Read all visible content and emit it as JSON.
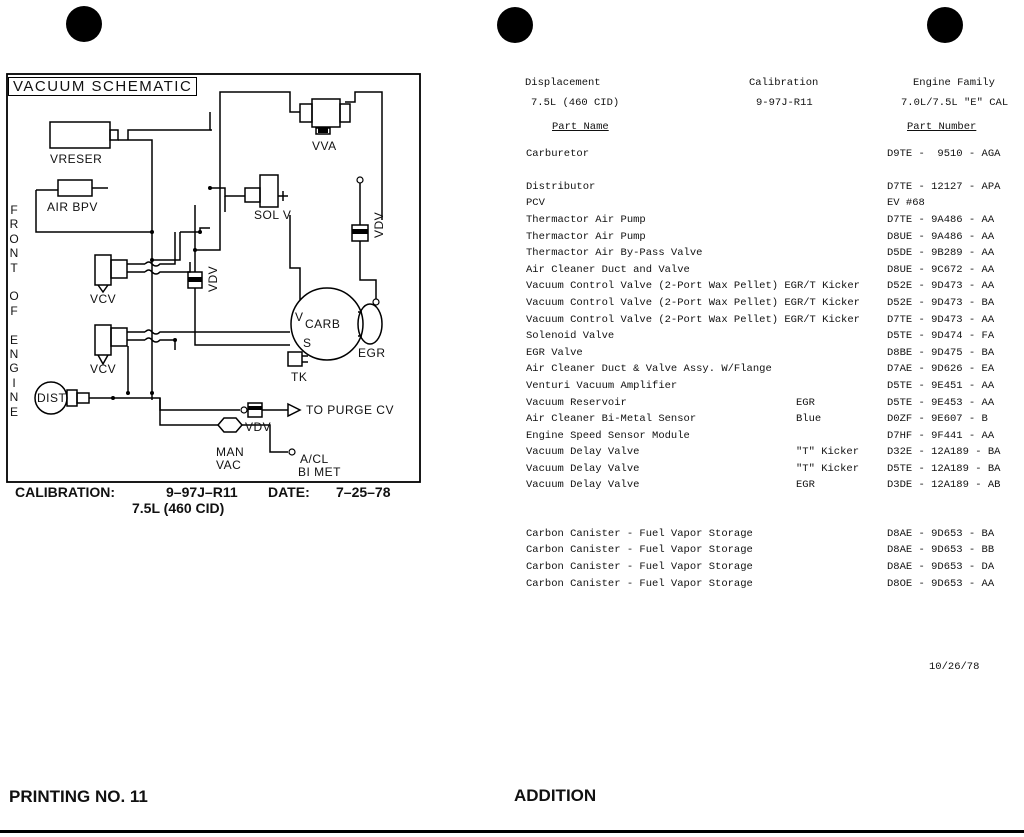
{
  "schematic": {
    "title": "VACUUM SCHEMATIC",
    "side_label": [
      "F",
      "R",
      "O",
      "N",
      "T",
      "",
      "O",
      "F",
      "",
      "E",
      "N",
      "G",
      "I",
      "N",
      "E"
    ],
    "labels": {
      "vreser": "VRESER",
      "air_bpv": "AIR BPV",
      "vva": "VVA",
      "sol_v": "SOL V",
      "vdv_right": "VDV",
      "vdv_mid": "VDV",
      "vdv_bottom": "VDV",
      "vcv_top": "VCV",
      "vcv_bottom": "VCV",
      "carb_v": "V",
      "carb": "CARB",
      "egr": "EGR",
      "s": "S",
      "tk": "TK",
      "dist": "DIST",
      "to_purge_cv": "TO PURGE CV",
      "man_vac_1": "MAN",
      "man_vac_2": "VAC",
      "acl_1": "A/CL",
      "acl_2": "BI MET"
    },
    "calibration_label": "CALIBRATION:",
    "calibration_value": "9–97J–R11",
    "date_label": "DATE:",
    "date_value": "7–25–78",
    "engine": "7.5L (460 CID)"
  },
  "specs": {
    "headers": {
      "displacement": "Displacement",
      "calibration": "Calibration",
      "engine_family": "Engine Family"
    },
    "values": {
      "displacement": "7.5L (460 CID)",
      "calibration": "9-97J-R11",
      "engine_family": "7.0L/7.5L \"E\" CAL"
    },
    "col_part_name": "Part Name",
    "col_part_number": "Part Number",
    "parts": [
      {
        "name": "Carburetor",
        "note": "",
        "number": "D9TE -  9510 - AGA"
      },
      {
        "name": "Distributor",
        "note": "",
        "number": "D7TE - 12127 - APA"
      },
      {
        "name": "PCV",
        "note": "",
        "number": "EV #68"
      },
      {
        "name": "Thermactor Air Pump",
        "note": "",
        "number": "D7TE - 9A486 - AA"
      },
      {
        "name": "Thermactor Air Pump",
        "note": "",
        "number": "D8UE - 9A486 - AA"
      },
      {
        "name": "Thermactor Air By-Pass Valve",
        "note": "",
        "number": "D5DE - 9B289 - AA"
      },
      {
        "name": "Air Cleaner Duct and Valve",
        "note": "",
        "number": "D8UE - 9C672 - AA"
      },
      {
        "name": "Vacuum Control Valve (2-Port Wax Pellet) EGR/T Kicker",
        "note": "",
        "number": "D52E - 9D473 - AA"
      },
      {
        "name": "Vacuum Control Valve (2-Port Wax Pellet) EGR/T Kicker",
        "note": "",
        "number": "D52E - 9D473 - BA"
      },
      {
        "name": "Vacuum Control Valve (2-Port Wax Pellet) EGR/T Kicker",
        "note": "",
        "number": "D7TE - 9D473 - AA"
      },
      {
        "name": "Solenoid Valve",
        "note": "",
        "number": "D5TE - 9D474 - FA"
      },
      {
        "name": "EGR Valve",
        "note": "",
        "number": "D8BE - 9D475 - BA"
      },
      {
        "name": "Air Cleaner Duct & Valve Assy. W/Flange",
        "note": "",
        "number": "D7AE - 9D626 - EA"
      },
      {
        "name": "Venturi Vacuum Amplifier",
        "note": "",
        "number": "D5TE - 9E451 - AA"
      },
      {
        "name": "Vacuum Reservoir",
        "note": "EGR",
        "number": "D5TE - 9E453 - AA"
      },
      {
        "name": "Air Cleaner Bi-Metal Sensor",
        "note": "Blue",
        "number": "D0ZF - 9E607 - B"
      },
      {
        "name": "Engine Speed Sensor Module",
        "note": "",
        "number": "D7HF - 9F441 - AA"
      },
      {
        "name": "Vacuum Delay Valve",
        "note": "\"T\" Kicker",
        "number": "D32E - 12A189 - BA"
      },
      {
        "name": "Vacuum Delay Valve",
        "note": "\"T\" Kicker",
        "number": "D5TE - 12A189 - BA"
      },
      {
        "name": "Vacuum Delay Valve",
        "note": "EGR",
        "number": "D3DE - 12A189 - AB"
      }
    ],
    "canisters": [
      {
        "name": "Carbon Canister - Fuel Vapor Storage",
        "number": "D8AE - 9D653 - BA"
      },
      {
        "name": "Carbon Canister - Fuel Vapor Storage",
        "number": "D8AE - 9D653 - BB"
      },
      {
        "name": "Carbon Canister - Fuel Vapor Storage",
        "number": "D8AE - 9D653 - DA"
      },
      {
        "name": "Carbon Canister - Fuel Vapor Storage",
        "number": "D8OE - 9D653 - AA"
      }
    ],
    "date": "10/26/78"
  },
  "footer": {
    "left": "PRINTING NO. 11",
    "right": "ADDITION"
  }
}
